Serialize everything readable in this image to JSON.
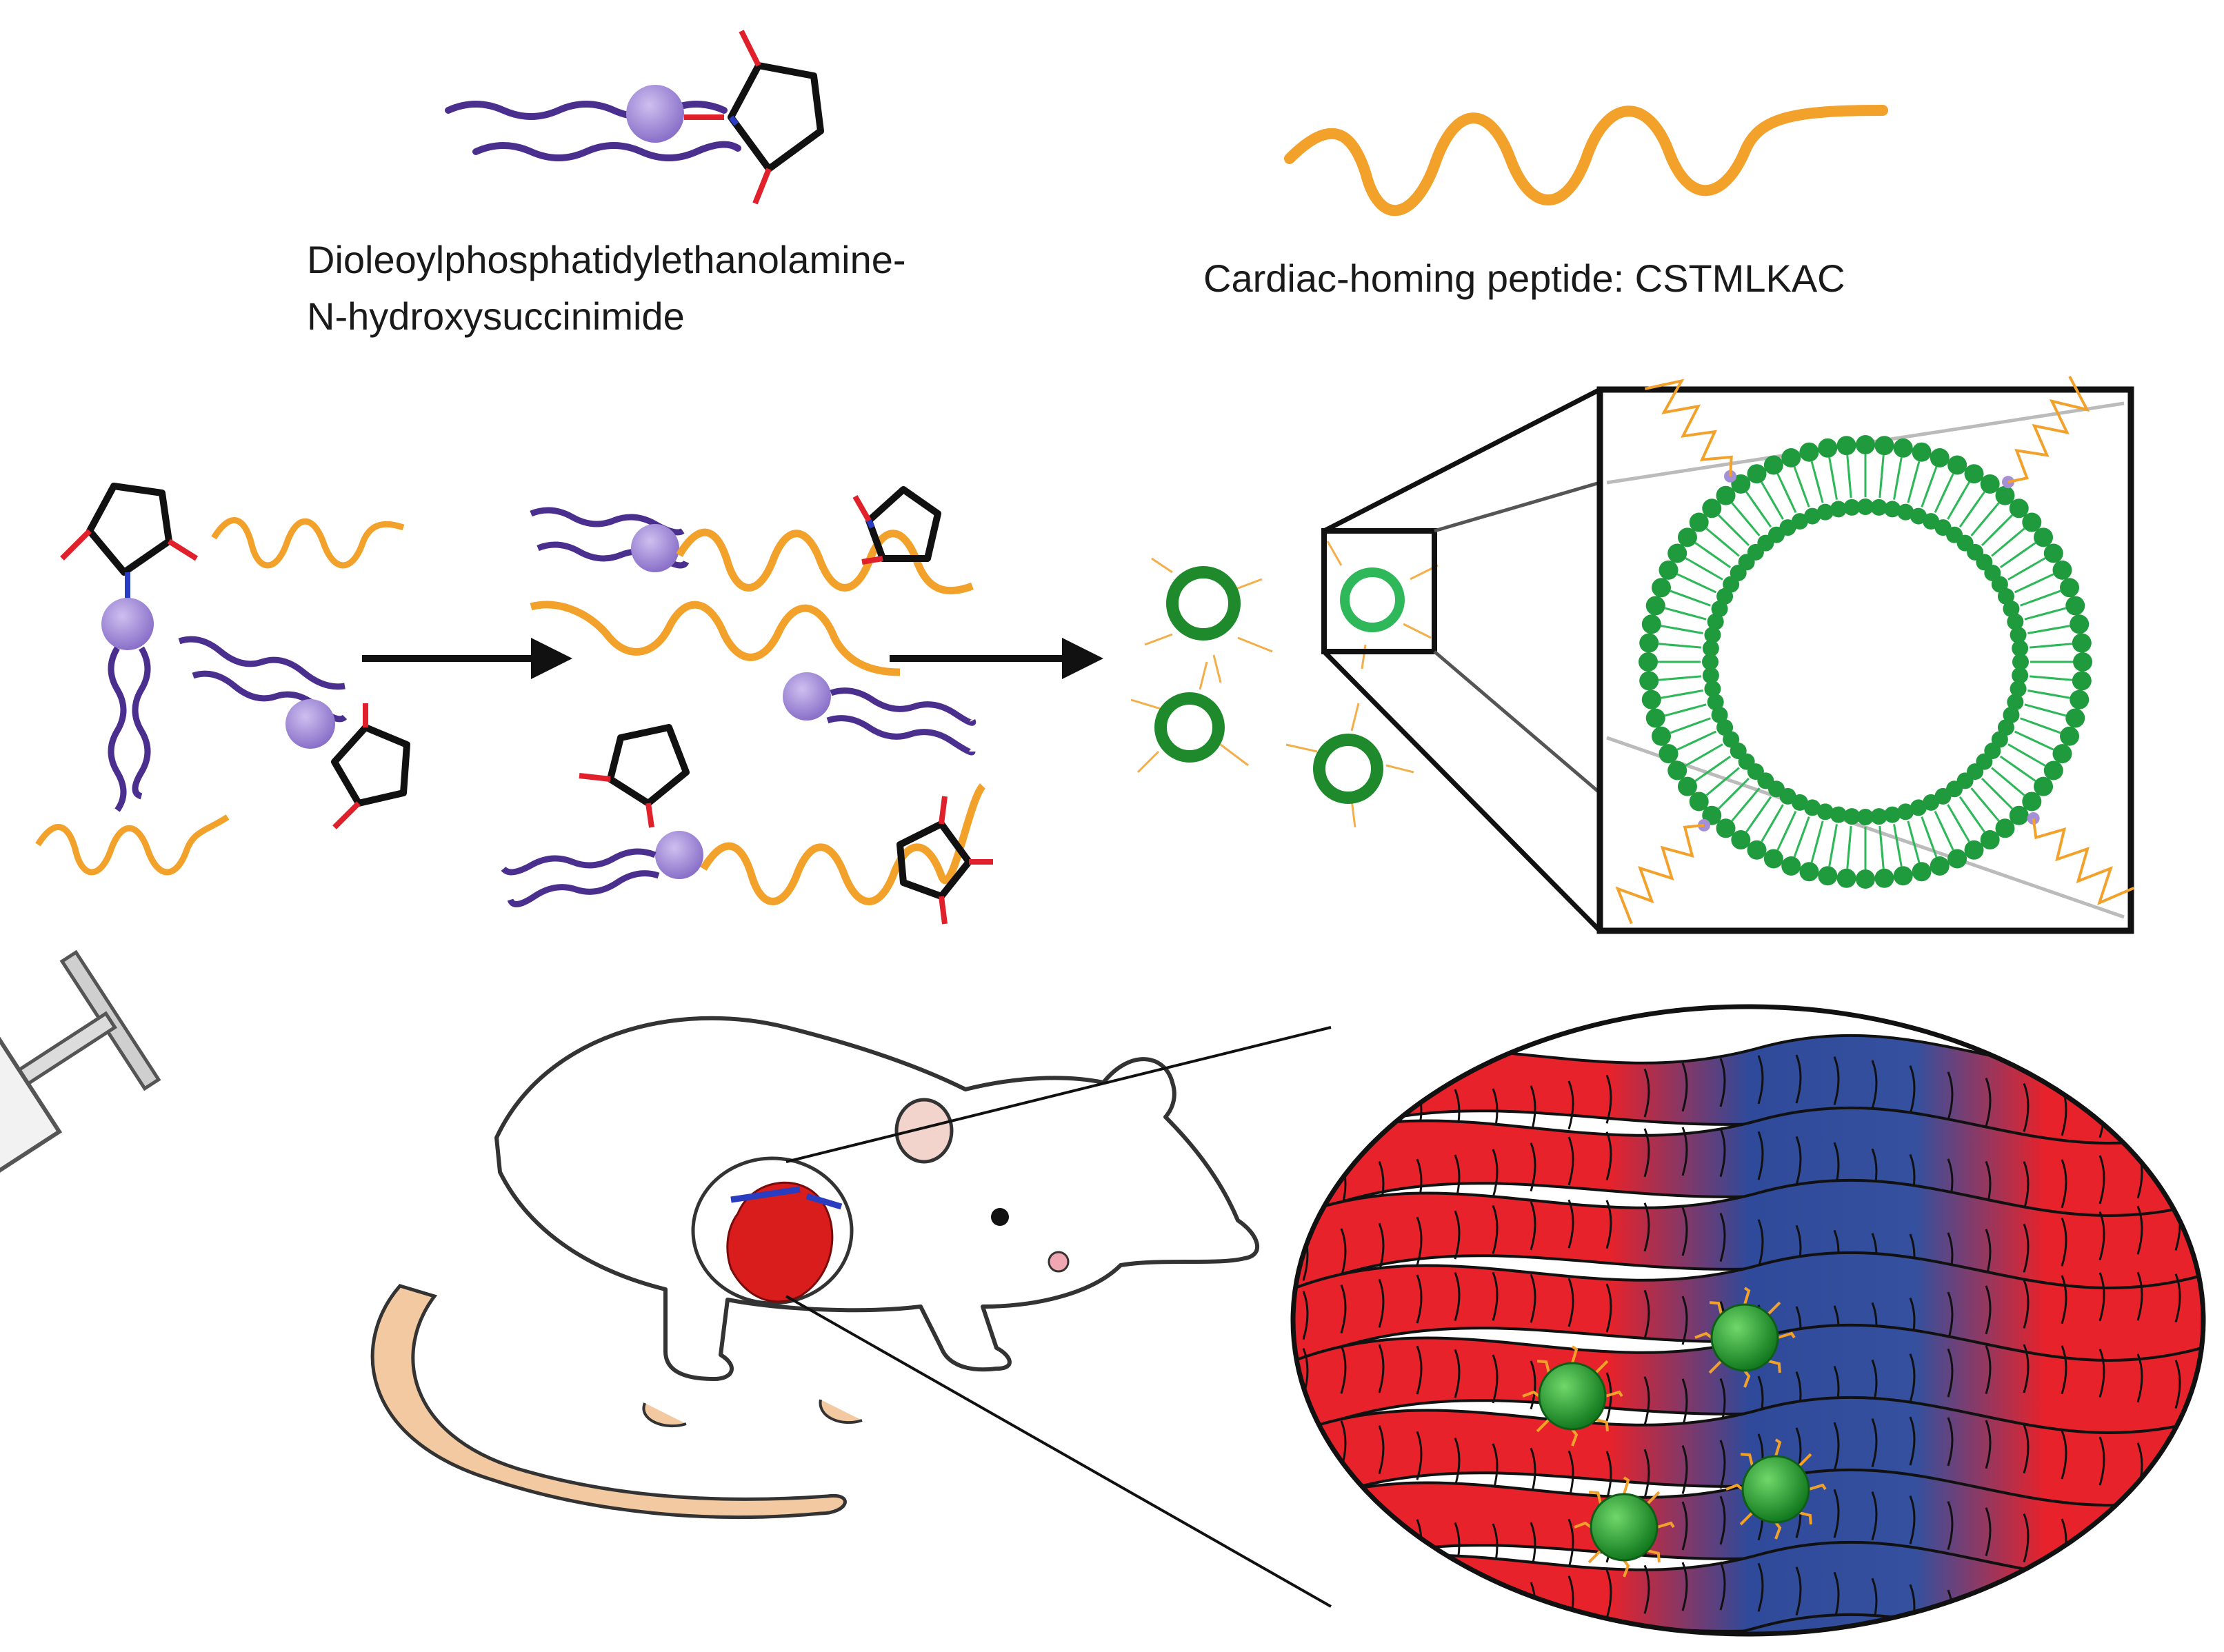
{
  "labels": {
    "lipid_line1": "Dioleoylphosphatidylethanolamine-",
    "lipid_line2": "N-hydroxysuccinimide",
    "peptide": "Cardiac-homing peptide: CSTMLKAC"
  },
  "colors": {
    "lipid_tail": "#4b2f8f",
    "lipid_head": "#a590d6",
    "peptide": "#f2a12a",
    "ring_bond": "#111111",
    "ring_oxygen": "#e0202a",
    "ring_nitrogen": "#2a3cc0",
    "liposome": "#1f8a2c",
    "liposome_light": "#2fb85a",
    "muscle_red": "#e8222a",
    "muscle_blue": "#2f4a9a",
    "nanoparticle": "#1f9a2c",
    "heart": "#d91c1c",
    "mouse_tail": "#f2c9a0"
  },
  "icons": [
    "syringe-icon",
    "mouse-icon",
    "heart-icon",
    "liposome-icon",
    "arrow-icon",
    "nhs-ring-icon",
    "lipid-icon",
    "peptide-icon"
  ]
}
